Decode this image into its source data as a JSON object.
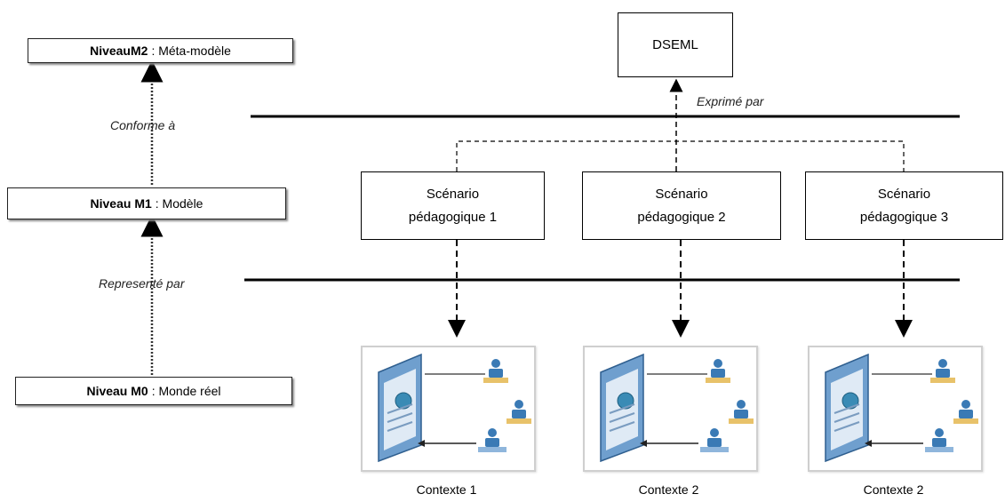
{
  "left": {
    "m2": {
      "bold": "NiveauM2",
      "rest": ": Méta-modèle"
    },
    "m1": {
      "bold": "Niveau M1",
      "rest": ": Modèle"
    },
    "m0": {
      "bold": "Niveau M0",
      "rest": ": Monde réel"
    },
    "conforme_label": "Conforme à",
    "represente_label": "Representé par"
  },
  "right": {
    "dseml_label": "DSEML",
    "exprime_label": "Exprimé par",
    "scenarios": [
      {
        "line1": "Scénario",
        "line2": "pédagogique 1"
      },
      {
        "line1": "Scénario",
        "line2": "pédagogique 2"
      },
      {
        "line1": "Scénario",
        "line2": "pédagogique 3"
      }
    ],
    "contexts": [
      "Contexte 1",
      "Contexte 2",
      "Contexte 2"
    ]
  },
  "colors": {
    "screen": "#6f9fce",
    "person": "#3a7ab5",
    "desk": "#e8c26a",
    "frame": "#cfcfcf"
  }
}
